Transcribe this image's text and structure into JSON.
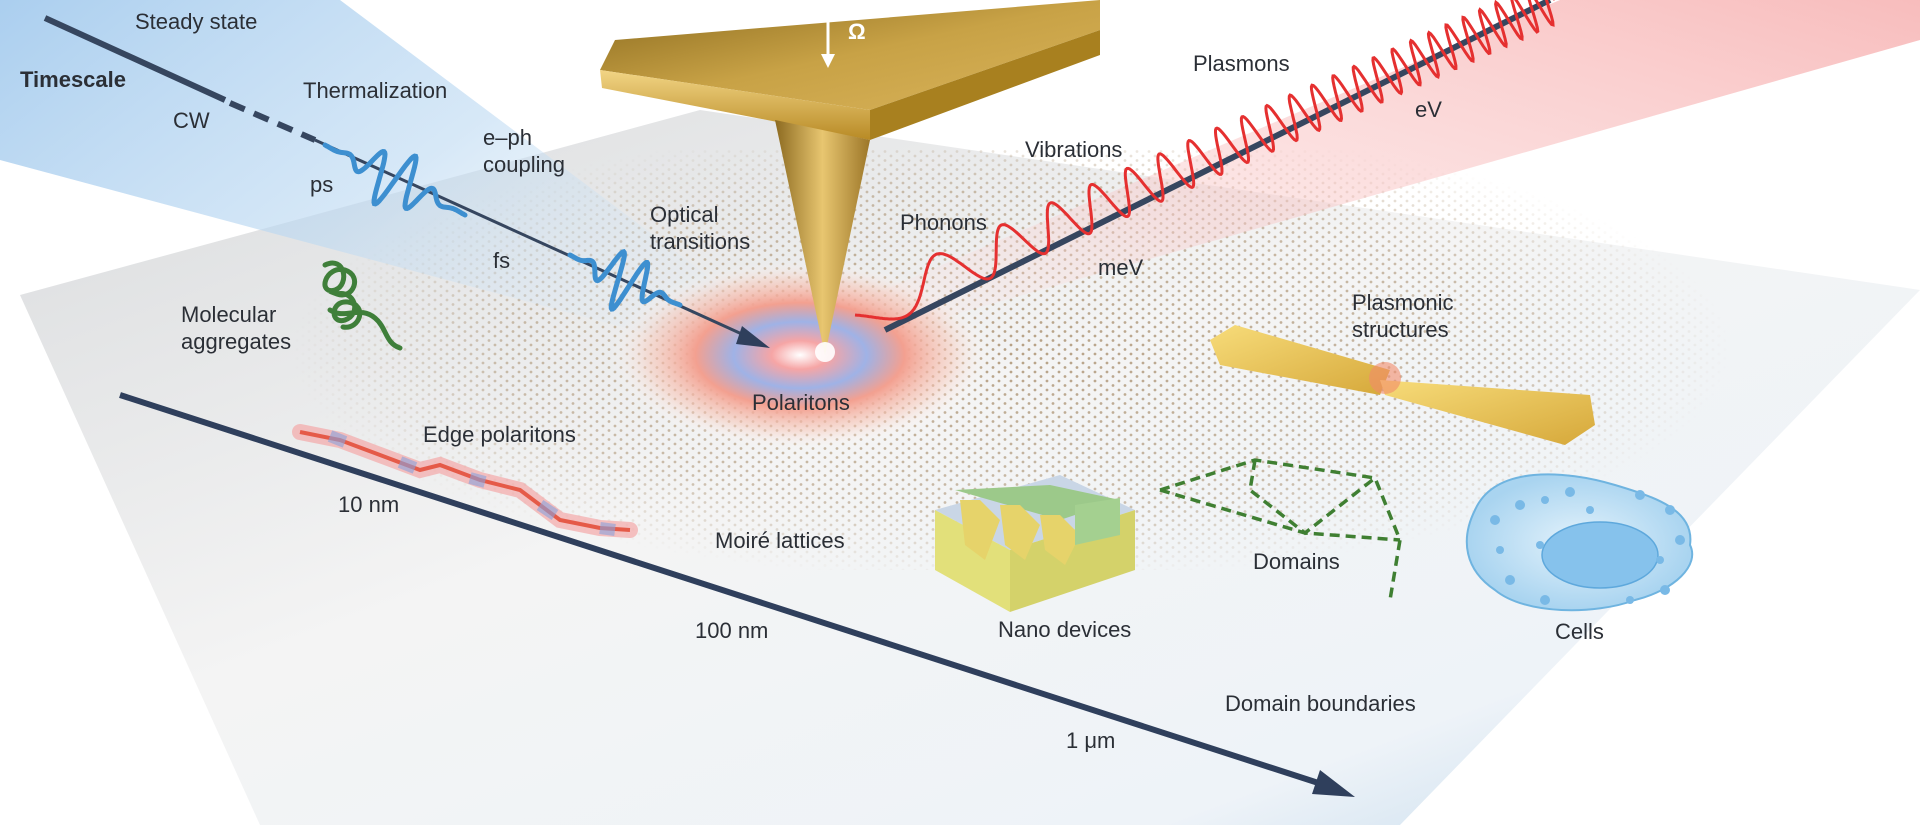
{
  "colors": {
    "timescale_axis": "#36465f",
    "length_axis": "#2f3f5c",
    "blue_pulse": "#3d8fd0",
    "red_wave": "#e53030",
    "gold_tip": "#c99a2e",
    "domain_lines": "#3f7f32",
    "cell_fill": "#a9d4f0",
    "molecule": "#3f7f3a"
  },
  "icons": [
    "probe-tip-icon",
    "molecule-icon",
    "nano-device-icon",
    "bowtie-antenna-icon",
    "cell-icon",
    "domain-network-icon",
    "edge-polariton-wave-icon"
  ],
  "labels": {
    "steady_state": "Steady state",
    "timescale": "Timescale",
    "cw": "CW",
    "thermalization": "Thermalization",
    "eph_coupling": "e–ph\ncoupling",
    "ps": "ps",
    "fs": "fs",
    "optical_transitions": "Optical\ntransitions",
    "omega": "Ω",
    "plasmons": "Plasmons",
    "ev": "eV",
    "vibrations": "Vibrations",
    "phonons": "Phonons",
    "mev": "meV",
    "plasmonic_structures": "Plasmonic\nstructures",
    "molecular_aggregates": "Molecular\naggregates",
    "polaritons": "Polaritons",
    "edge_polaritons": "Edge polaritons",
    "ten_nm": "10 nm",
    "moire_lattices": "Moiré lattices",
    "domains": "Domains",
    "cells": "Cells",
    "hundred_nm": "100 nm",
    "nano_devices": "Nano devices",
    "domain_boundaries": "Domain boundaries",
    "one_um": "1 μm"
  }
}
